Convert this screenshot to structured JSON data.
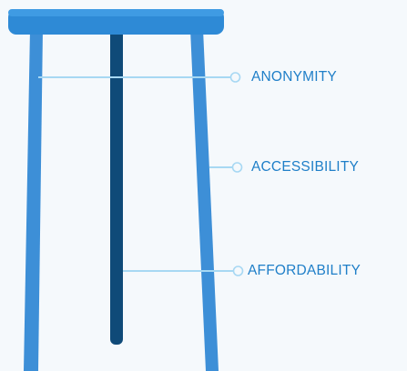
{
  "colors": {
    "background": "#f5f9fc",
    "seat": "#2e8ad6",
    "seat_top": "#3f9be3",
    "front_legs": "#3d8fd7",
    "back_leg": "#0f4a78",
    "connector_lines": "#a7d8f3",
    "label_text": "#1f7fc8"
  },
  "icons": {
    "connector_dot": "hollow-circle-icon"
  },
  "labels": [
    {
      "id": "anonymity",
      "text": "ANONYMITY"
    },
    {
      "id": "accessibility",
      "text": "ACCESSIBILITY"
    },
    {
      "id": "affordability",
      "text": "AFFORDABILITY"
    }
  ]
}
